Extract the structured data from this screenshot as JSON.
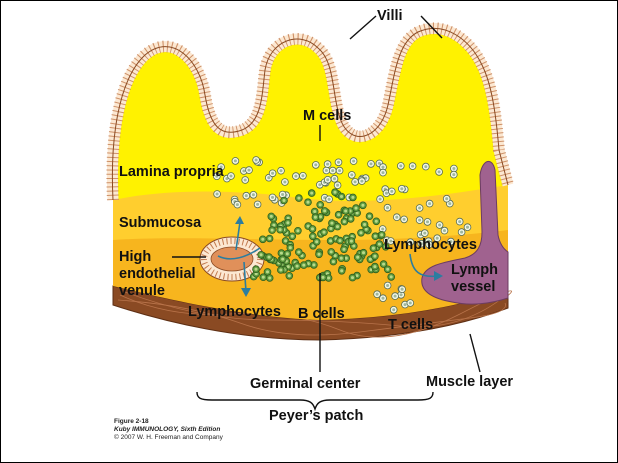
{
  "labels": {
    "villi": "Villi",
    "m_cells": "M cells",
    "lamina_propria": "Lamina propria",
    "submucosa": "Submucosa",
    "hev_line1": "High",
    "hev_line2": "endothelial",
    "hev_line3": "venule",
    "lymphocytes_left": "Lymphocytes",
    "lymphocytes_right": "Lymphocytes",
    "lymph_vessel_line1": "Lymph",
    "lymph_vessel_line2": "vessel",
    "b_cells": "B cells",
    "t_cells": "T cells",
    "germinal_center": "Germinal center",
    "muscle_layer": "Muscle layer",
    "peyers_patch": "Peyer’s patch"
  },
  "caption": {
    "figure": "Figure 2-18",
    "book": "Kuby IMMUNOLOGY, Sixth Edition",
    "copyright": "© 2007 W. H. Freeman and Company"
  },
  "colors": {
    "epithelium": "#fce8d2",
    "epithelium_stroke": "#c27a4e",
    "lamina_propria": "#fff200",
    "submucosa": "#ffce2e",
    "deep_layer": "#f7b51e",
    "muscle": "#8a4a23",
    "lymph_vessel": "#a0628f",
    "hev": "#e0905a",
    "lymphocyte_light": "#f4f8e6",
    "lymphocyte_green": "#5f9b3f",
    "arrow": "#2b7da0"
  },
  "icons": {
    "lymphocyte": "lymphocyte-cell-icon",
    "migration_arrow": "arrow-icon"
  }
}
